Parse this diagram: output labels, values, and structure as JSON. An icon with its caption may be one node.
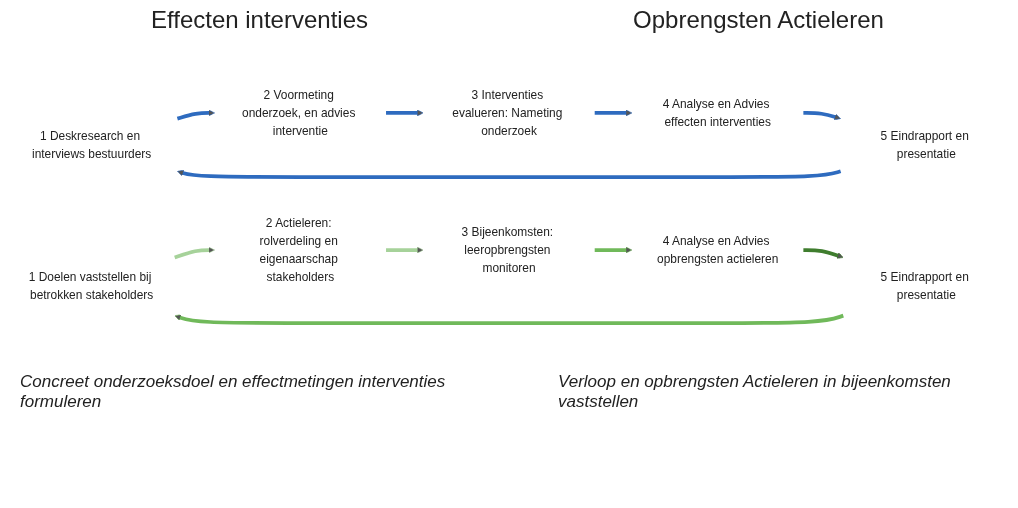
{
  "diagram": {
    "nodes": [
      {
        "text": [
          "1 Deskresearch en interviews bestuurders"
        ]
      },
      {
        "text": [
          "2 Voormeting onderzoek, en advies interventie"
        ]
      },
      {
        "text": [
          "3 Interventies evalueren: Nameting onderzoek"
        ]
      },
      {
        "text": [
          "4 Analyse en Advies effecten interventies"
        ]
      },
      {
        "text": [
          "5 Eindrapport en presentatie"
        ]
      },
      {
        "text": [
          "1 Doelen vaststellen bij betrokken stakeholders"
        ]
      },
      {
        "text": [
          "2 Actieleren: rolverdeling en eigenaarschap stakeholders"
        ]
      },
      {
        "text": [
          "3 Bijeenkomsten: leeropbrengsten monitoren"
        ]
      },
      {
        "text": [
          "4 Analyse en Advies opbrengsten actieleren"
        ]
      },
      {
        "text": [
          "5 Eindrapport en presentatie"
        ]
      }
    ],
    "edges": [
      {
        "from": 0,
        "to": 1,
        "arrow": "to"
      },
      {
        "from": 1,
        "to": 2,
        "arrow": "to"
      },
      {
        "from": 2,
        "to": 3,
        "arrow": "to"
      },
      {
        "from": 3,
        "to": 4,
        "arrow": "to"
      },
      {
        "from": 4,
        "to": 0,
        "arrow": "to"
      },
      {
        "from": 5,
        "to": 6,
        "arrow": "to",
        "color": "#a6d29a"
      },
      {
        "from": 6,
        "to": 7,
        "arrow": "to",
        "color": "#a6d29a"
      },
      {
        "from": 7,
        "to": 8,
        "arrow": "to",
        "color": "#70b95a"
      },
      {
        "from": 8,
        "to": 9,
        "arrow": "to",
        "color": "#3f7d2e"
      },
      {
        "from": 9,
        "to": 5,
        "arrow": "to",
        "color": "#70b95a"
      }
    ],
    "labels": [
      "Effecten interventies",
      "Opbrengsten Actieleren",
      "Concreet onderzoeksdoel en effectmetingen interventies formuleren",
      "Verloop en opbrengsten Actieleren in bijeenkomsten vaststellen"
    ]
  }
}
